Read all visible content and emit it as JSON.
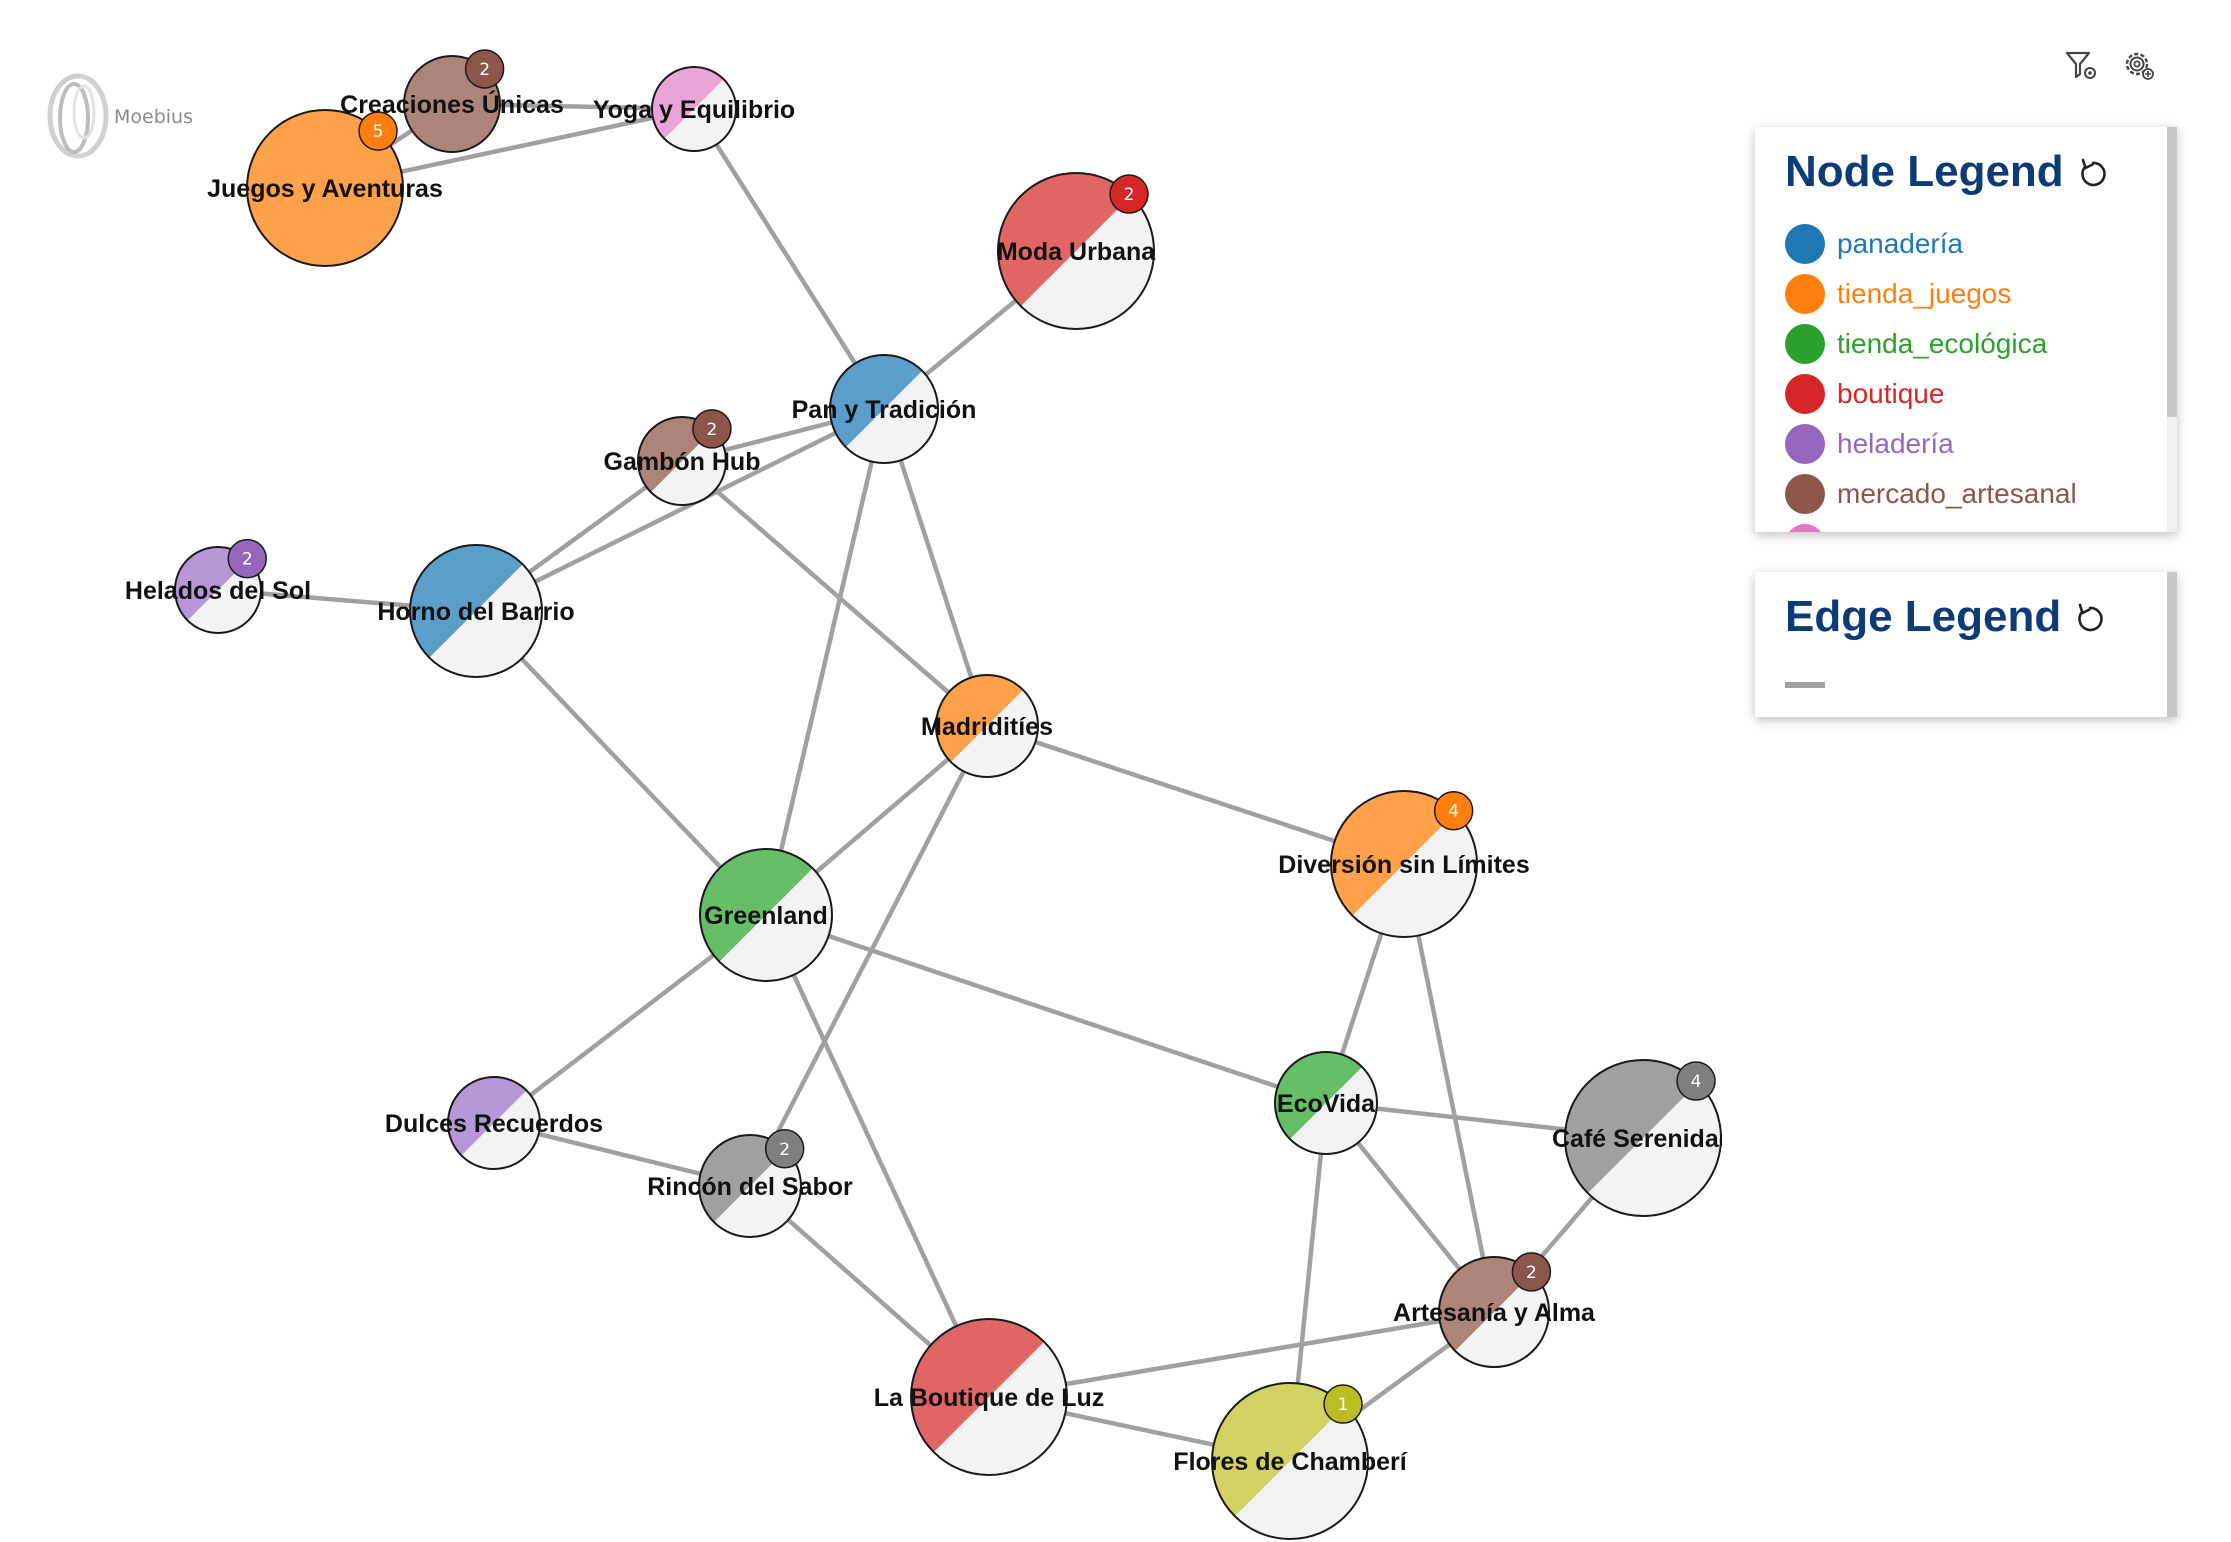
{
  "brand": {
    "name": "Moebius"
  },
  "toolbar": {
    "filter_icon": "filter-settings-icon",
    "settings_icon": "gear-settings-icon"
  },
  "node_legend": {
    "title": "Node Legend",
    "reset_icon": "reset-icon",
    "items": [
      {
        "label": "panadería",
        "color": "#1f77b4"
      },
      {
        "label": "tienda_juegos",
        "color": "#ff7f0e"
      },
      {
        "label": "tienda_ecológica",
        "color": "#2ca02c"
      },
      {
        "label": "boutique",
        "color": "#d62728"
      },
      {
        "label": "heladería",
        "color": "#9467bd"
      },
      {
        "label": "mercado_artesanal",
        "color": "#8c564b"
      },
      {
        "label": "",
        "color": "#e377c2"
      }
    ]
  },
  "edge_legend": {
    "title": "Edge Legend",
    "reset_icon": "reset-icon",
    "edge_color": "#a0a0a0"
  },
  "graph": {
    "nodes": [
      {
        "id": "juegos",
        "label": "Juegos y Aventuras",
        "category": "tienda_juegos",
        "color": "#ffa14a",
        "fill_style": "full",
        "badge": "5",
        "badge_color": "#ff7f0e"
      },
      {
        "id": "creaciones",
        "label": "Creaciones Únicas",
        "category": "mercado_artesanal",
        "color": "#ad8479",
        "fill_style": "full",
        "badge": "2",
        "badge_color": "#8c564b"
      },
      {
        "id": "yoga",
        "label": "Yoga y Equilibrio",
        "category": "",
        "color": "#eba4d8",
        "fill_style": "split",
        "badge": "",
        "badge_color": ""
      },
      {
        "id": "moda",
        "label": "Moda Urbana",
        "category": "boutique",
        "color": "#e06666",
        "fill_style": "split",
        "badge": "2",
        "badge_color": "#d62728"
      },
      {
        "id": "pan",
        "label": "Pan y Tradición",
        "category": "panadería",
        "color": "#5b9dcb",
        "fill_style": "split",
        "badge": "",
        "badge_color": ""
      },
      {
        "id": "gambon",
        "label": "Gambón Hub",
        "category": "mercado_artesanal",
        "color": "#ad8479",
        "fill_style": "split",
        "badge": "2",
        "badge_color": "#8c564b"
      },
      {
        "id": "helados",
        "label": "Helados del Sol",
        "category": "heladería",
        "color": "#b697d8",
        "fill_style": "split",
        "badge": "2",
        "badge_color": "#9467bd"
      },
      {
        "id": "horno",
        "label": "Horno del Barrio",
        "category": "panadería",
        "color": "#5b9dcb",
        "fill_style": "split",
        "badge": "",
        "badge_color": ""
      },
      {
        "id": "madriditis",
        "label": "Madriditíes",
        "category": "tienda_juegos",
        "color": "#ffa14a",
        "fill_style": "split",
        "badge": "",
        "badge_color": ""
      },
      {
        "id": "diversion",
        "label": "Diversión sin Límites",
        "category": "tienda_juegos",
        "color": "#ffa14a",
        "fill_style": "split",
        "badge": "4",
        "badge_color": "#ff7f0e"
      },
      {
        "id": "greenland",
        "label": "Greenland",
        "category": "tienda_ecológica",
        "color": "#66bf66",
        "fill_style": "split",
        "badge": "",
        "badge_color": ""
      },
      {
        "id": "dulces",
        "label": "Dulces Recuerdos",
        "category": "heladería",
        "color": "#b697d8",
        "fill_style": "split",
        "badge": "",
        "badge_color": ""
      },
      {
        "id": "rincon",
        "label": "Rincón del Sabor",
        "category": "",
        "color": "#a0a0a0",
        "fill_style": "split",
        "badge": "2",
        "badge_color": "#7f7f7f"
      },
      {
        "id": "ecovida",
        "label": "EcoVida",
        "category": "tienda_ecológica",
        "color": "#66bf66",
        "fill_style": "split",
        "badge": "",
        "badge_color": ""
      },
      {
        "id": "cafe",
        "label": "Café Serenidad",
        "category": "",
        "color": "#a0a0a0",
        "fill_style": "split",
        "badge": "4",
        "badge_color": "#7f7f7f"
      },
      {
        "id": "artesania",
        "label": "Artesanía y Alma",
        "category": "mercado_artesanal",
        "color": "#ad8479",
        "fill_style": "split",
        "badge": "2",
        "badge_color": "#8c564b"
      },
      {
        "id": "boutique_luz",
        "label": "La Boutique de Luz",
        "category": "boutique",
        "color": "#e06666",
        "fill_style": "split",
        "badge": "",
        "badge_color": ""
      },
      {
        "id": "flores",
        "label": "Flores de Chamberí",
        "category": "",
        "color": "#d2d264",
        "fill_style": "split",
        "badge": "1",
        "badge_color": "#bcbd22"
      }
    ],
    "edges": [
      [
        "juegos",
        "creaciones"
      ],
      [
        "creaciones",
        "yoga"
      ],
      [
        "juegos",
        "yoga"
      ],
      [
        "yoga",
        "pan"
      ],
      [
        "moda",
        "pan"
      ],
      [
        "pan",
        "gambon"
      ],
      [
        "pan",
        "horno"
      ],
      [
        "pan",
        "madriditis"
      ],
      [
        "pan",
        "greenland"
      ],
      [
        "gambon",
        "horno"
      ],
      [
        "gambon",
        "madriditis"
      ],
      [
        "helados",
        "horno"
      ],
      [
        "horno",
        "greenland"
      ],
      [
        "madriditis",
        "greenland"
      ],
      [
        "madriditis",
        "diversion"
      ],
      [
        "madriditis",
        "rincon"
      ],
      [
        "greenland",
        "dulces"
      ],
      [
        "greenland",
        "ecovida"
      ],
      [
        "greenland",
        "boutique_luz"
      ],
      [
        "dulces",
        "rincon"
      ],
      [
        "rincon",
        "boutique_luz"
      ],
      [
        "diversion",
        "ecovida"
      ],
      [
        "diversion",
        "artesania"
      ],
      [
        "ecovida",
        "cafe"
      ],
      [
        "ecovida",
        "artesania"
      ],
      [
        "ecovida",
        "flores"
      ],
      [
        "cafe",
        "artesania"
      ],
      [
        "artesania",
        "boutique_luz"
      ],
      [
        "artesania",
        "flores"
      ],
      [
        "boutique_luz",
        "flores"
      ]
    ]
  }
}
